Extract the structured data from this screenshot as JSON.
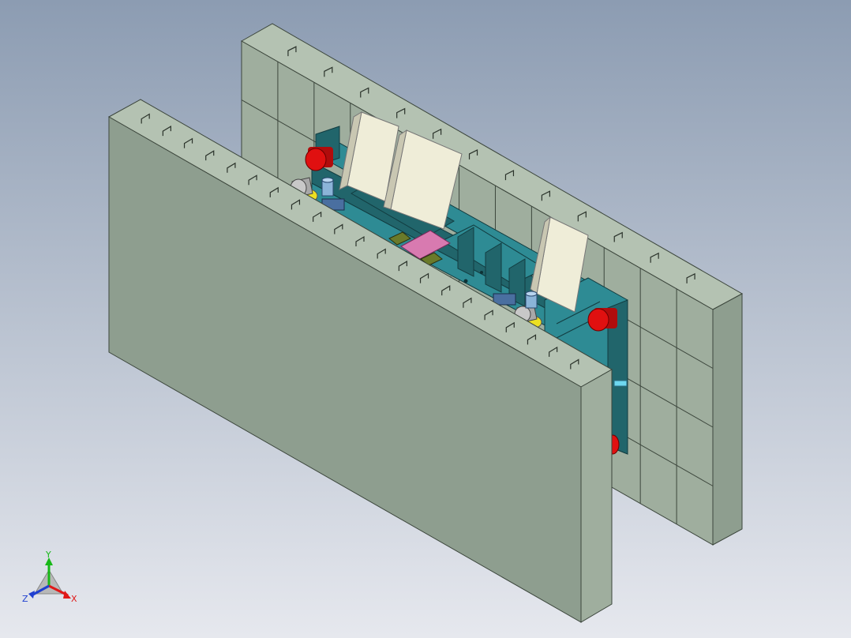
{
  "viewport": {
    "background_top": "#8c9cb2",
    "background_bottom": "#e6e8ee"
  },
  "colors": {
    "plate_front": "#8e9e8f",
    "plate_top": "#b4c2b2",
    "plate_side": "#9fae9e",
    "plate_edge": "#3c463c",
    "block_face": "#a0ae9f",
    "frame": "#2e8b94",
    "frame_dark": "#21656b",
    "cylinder_red": "#e01010",
    "cream": "#efedd8",
    "pink": "#d87ab0",
    "yellow": "#ece022",
    "olive": "#6a7a2a",
    "grey_part": "#a8a8a8"
  },
  "axis_triad": {
    "y_label": "Y",
    "x_label": "X",
    "z_label": "Z",
    "y_color": "#18b818",
    "x_color": "#e01818",
    "z_color": "#2040d0"
  }
}
